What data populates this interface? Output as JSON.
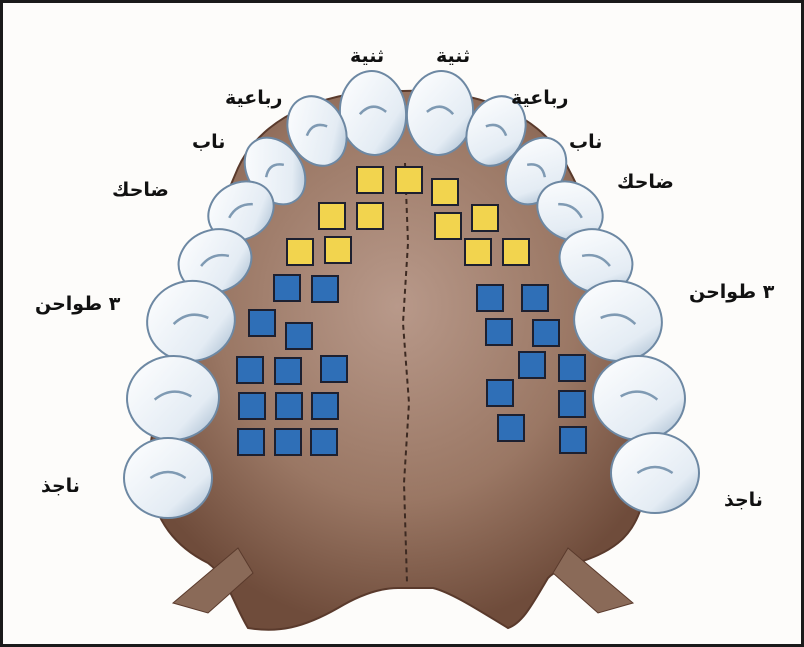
{
  "labels": {
    "central_incisor_right": "ثنية",
    "central_incisor_left": "ثنية",
    "lateral_incisor_right": "رباعية",
    "lateral_incisor_left": "رباعية",
    "canine_right": "ناب",
    "canine_left": "ناب",
    "premolar_right": "ضاحك",
    "premolar_left": "ضاحك",
    "molars_right": "٣ طواحن",
    "molars_left": "٣ طواحن",
    "wisdom_right": "ناجذ",
    "wisdom_left": "ناجذ"
  },
  "marker_legend": {
    "yellow_color": "#f2d44e",
    "blue_color": "#2f6fb7"
  },
  "colors": {
    "palate": "#8e6a55",
    "palate_light": "#b39583",
    "tooth": "#e9eff6",
    "tooth_shadow": "#7f9ab3",
    "frame": "#1a1a1a"
  }
}
